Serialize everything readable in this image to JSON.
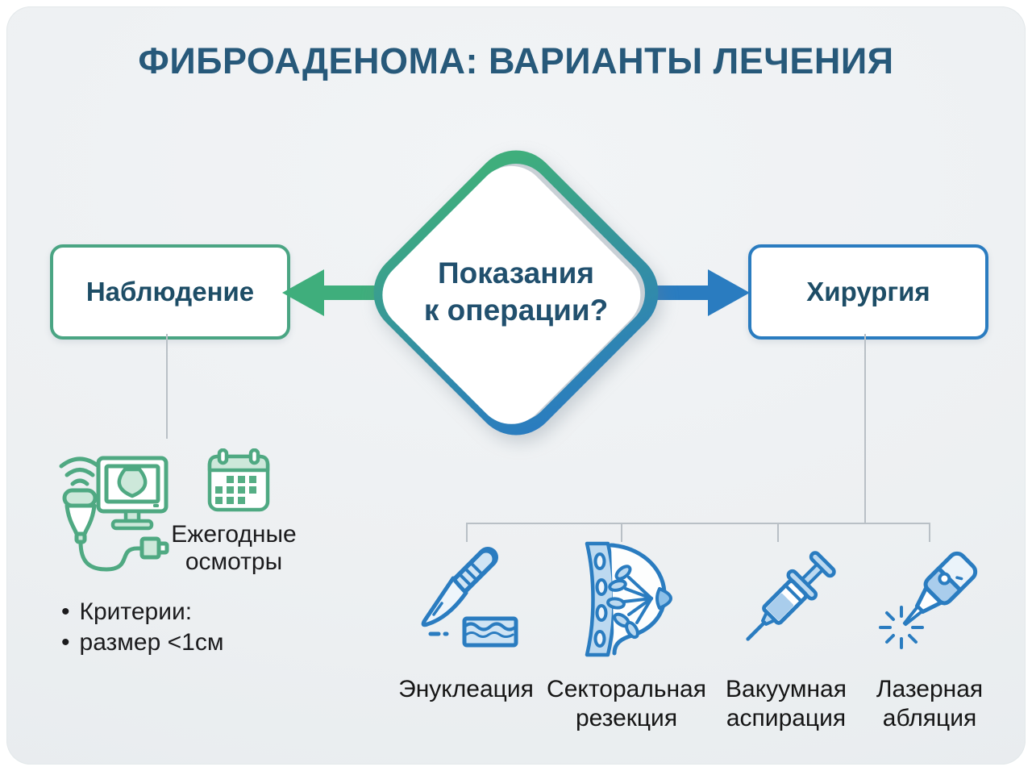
{
  "title": "ФИБРОАДЕНОМА: ВАРИАНТЫ ЛЕЧЕНИЯ",
  "decision_diamond": {
    "line1": "Показания",
    "line2": "к операции?"
  },
  "observation": {
    "box_label": "Наблюдение",
    "caption_line1": "Ежегодные",
    "caption_line2": "осмотры",
    "bullet_char": "•",
    "bullets": [
      {
        "text": "Критерии:"
      },
      {
        "text": "размер <1см"
      }
    ]
  },
  "surgery": {
    "box_label": "Хирургия",
    "options": [
      {
        "icon": "scalpel-icon",
        "line1": "Энуклеация",
        "line2": ""
      },
      {
        "icon": "breast-resection-icon",
        "line1": "Секторальная",
        "line2": "резекция"
      },
      {
        "icon": "syringe-icon",
        "line1": "Вакуумная",
        "line2": "аспирация"
      },
      {
        "icon": "laser-icon",
        "line1": "Лазерная",
        "line2": "абляция"
      }
    ]
  },
  "colors": {
    "green": "#3fae7c",
    "blue": "#2a7cc0",
    "title_text": "#27597a",
    "box_text": "#1d4d66",
    "body_text": "#1b1b1d",
    "connector_gray": "#b9c0c6",
    "card_background": "#edf0f2"
  }
}
